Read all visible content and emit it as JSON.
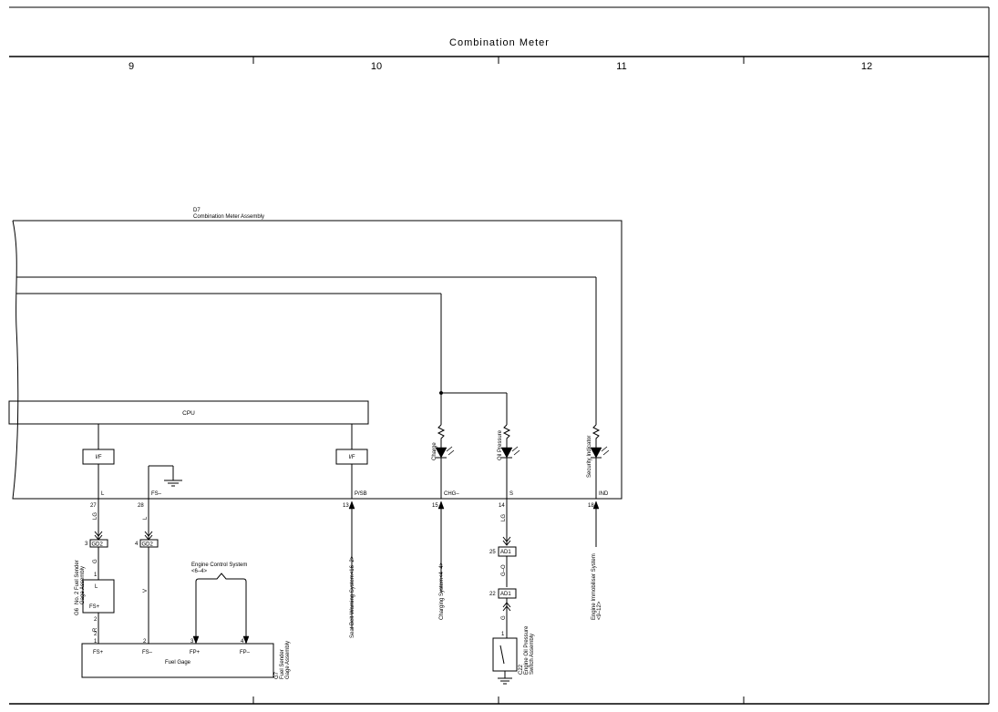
{
  "header": {
    "title": "Combination Meter",
    "columns": [
      "9",
      "10",
      "11",
      "12"
    ]
  },
  "assembly": {
    "id": "D7",
    "name": "Combination Meter Assembly",
    "cpu_label": "CPU",
    "if_label": "I/F",
    "terminals": {
      "L": "L",
      "FS_minus": "FS–",
      "PSB": "P/SB",
      "CHG": "CHG–",
      "S": "S",
      "IND": "IND"
    },
    "pins": {
      "p27": "27",
      "p28": "28",
      "p13": "13",
      "p15": "15",
      "p14": "14",
      "p18": "18"
    },
    "indicators": {
      "charge": "Charge",
      "oil": "Oil Pressure",
      "security": "Security Indicator"
    }
  },
  "wires": {
    "LG": "LG",
    "L": "L",
    "G": "G",
    "V": "V",
    "R": "R",
    "GO": "G–O"
  },
  "connectors": {
    "gd2_left": {
      "pin": "3",
      "name": "GD2"
    },
    "gd2_right": {
      "pin": "4",
      "name": "GD2"
    },
    "ad1_top": {
      "pin": "25",
      "name": "AD1"
    },
    "ad1_bottom": {
      "pin": "22",
      "name": "AD1"
    }
  },
  "sender": {
    "id": "G6",
    "name_line1": "No. 2 Fuel Sender",
    "name_line2": "Gage Assembly",
    "terminal": "FS+",
    "pin1": "1",
    "pin2": "2",
    "pin_bottom_2": "2",
    "pin_bottom_1": "1"
  },
  "fuel_gage": {
    "id": "G7",
    "name_line1": "Fuel Sender",
    "name_line2": "Gage Assembly",
    "label": "Fuel Gage",
    "terminals": [
      "FS+",
      "FS–",
      "FP+",
      "FP–"
    ],
    "pins": [
      "1",
      "2",
      "3",
      "4"
    ]
  },
  "engine_control": {
    "name": "Engine Control System",
    "ref": "<6–4>"
  },
  "oil_switch": {
    "id": "C22",
    "name_line1": "Engine Oil Pressure",
    "name_line2": "Switch Assembly",
    "pin": "1"
  },
  "references": {
    "seat_belt": "Seat Belt Warning System<16–2>",
    "charging": "Charging System<4–4>",
    "immobiliser_line1": "Engine Immobiliser System",
    "immobiliser_line2": "<9–12>"
  }
}
